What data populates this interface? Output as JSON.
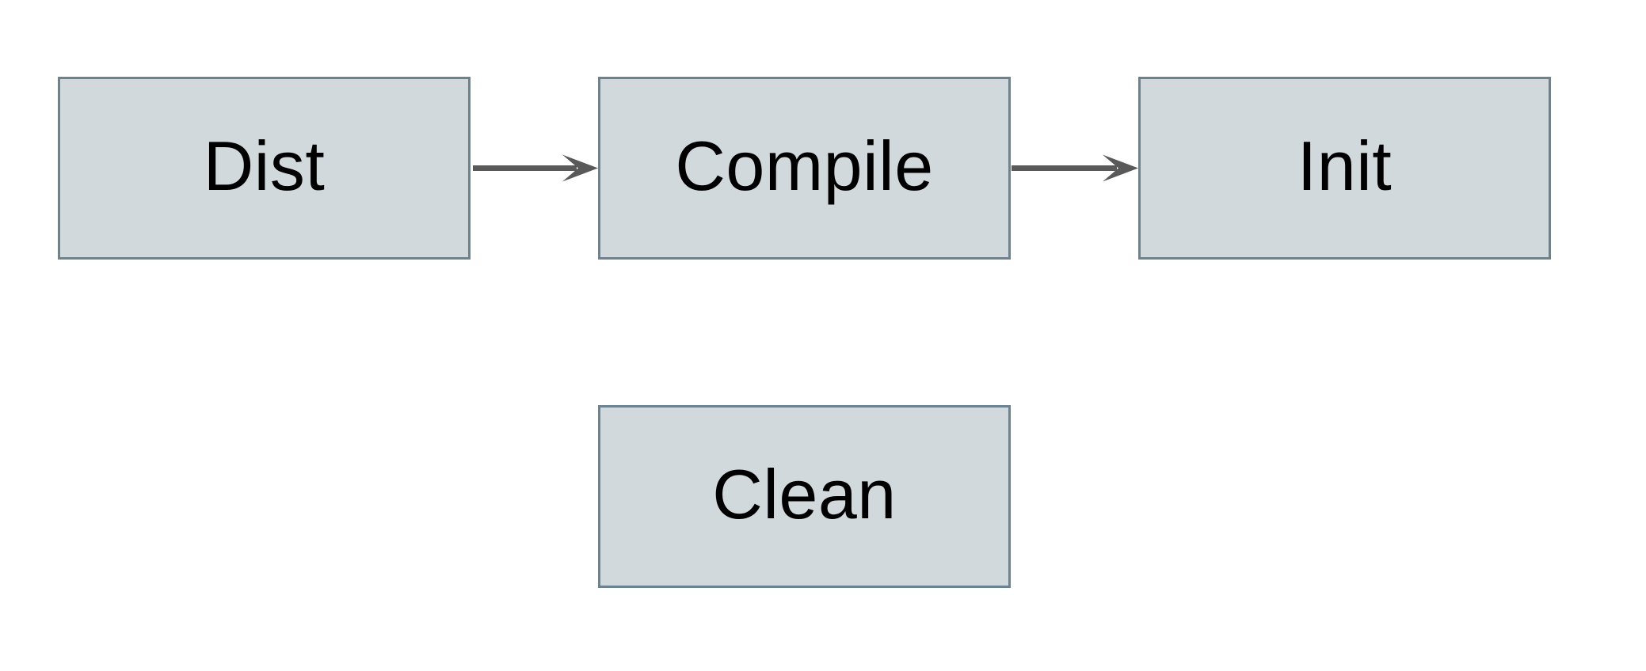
{
  "diagram": {
    "type": "flowchart",
    "nodes": [
      {
        "id": "dist",
        "label": "Dist"
      },
      {
        "id": "compile",
        "label": "Compile"
      },
      {
        "id": "init",
        "label": "Init"
      },
      {
        "id": "clean",
        "label": "Clean"
      }
    ],
    "edges": [
      {
        "from": "dist",
        "to": "compile",
        "style": "arrow-right"
      },
      {
        "from": "compile",
        "to": "init",
        "style": "arrow-right"
      }
    ],
    "colors": {
      "canvas_background": "#ffffff",
      "node_fill": "#d2d9dc",
      "node_border": "#6b8291",
      "arrow": "#595959",
      "label_text": "#000000"
    }
  }
}
